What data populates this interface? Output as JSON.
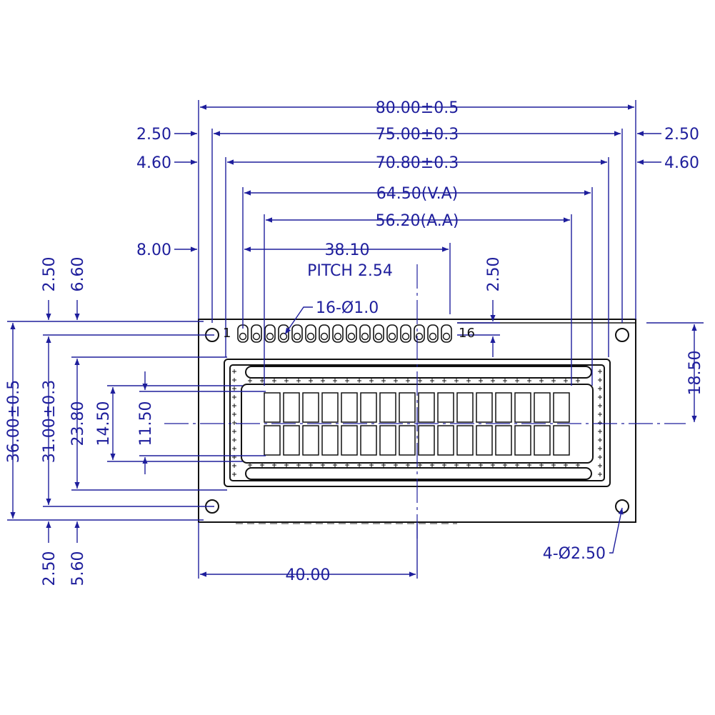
{
  "colors": {
    "dimension": "#1e1e9c",
    "outline": "#111111",
    "background": "#ffffff"
  },
  "diagram": {
    "top_dimensions": {
      "overall_width": "80.00±0.5",
      "hole_span": "75.00±0.3",
      "bezel_width": "70.80±0.3",
      "view_area": "64.50(V.A)",
      "active_area": "56.20(A.A)",
      "pin_span": "38.10",
      "pitch": "PITCH 2.54"
    },
    "left_offsets": {
      "hole_edge": "2.50",
      "bezel_edge": "4.60",
      "view_edge": "8.00"
    },
    "right_offsets": {
      "hole_edge": "2.50",
      "bezel_edge": "4.60"
    },
    "side_top_labels": {
      "hole_offset": "2.50",
      "bezel_offset": "6.60",
      "pin_offset": "2.50"
    },
    "vertical_dimensions": {
      "overall_height": "36.00±0.5",
      "hole_span": "31.00±0.3",
      "bezel_height": "23.80",
      "view_height": "14.50",
      "active_height": "11.50",
      "center_height": "18.50"
    },
    "bottom_labels": {
      "hole_offset": "2.50",
      "bezel_offset": "5.60",
      "center_offset": "40.00"
    },
    "callouts": {
      "pin_holes": "16-Ø1.0",
      "mount_holes": "4-Ø2.50"
    },
    "pin_labels": {
      "first": "1",
      "last": "16"
    }
  }
}
